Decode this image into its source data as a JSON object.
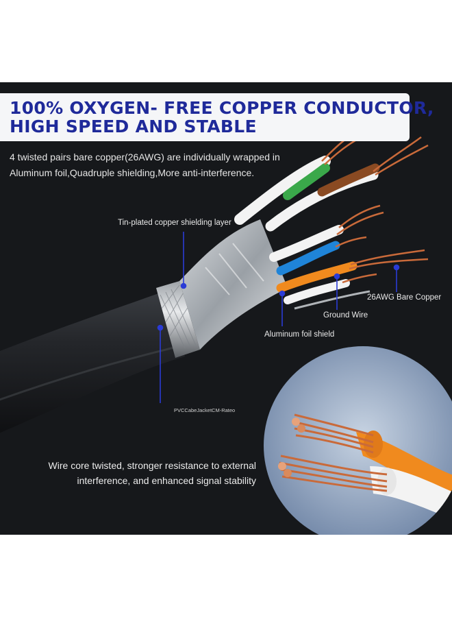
{
  "title": {
    "line1": "100% OXYGEN- FREE COPPER CONDUCTOR,",
    "line2": "HIGH SPEED AND STABLE"
  },
  "description": {
    "line1": "4 twisted pairs bare copper(26AWG) are individually wrapped in",
    "line2": "Aluminum foil,Quadruple shielding,More anti-interference."
  },
  "callouts": {
    "shielding_layer": "Tin-plated copper shielding layer",
    "bare_copper": "26AWG Bare Copper",
    "ground_wire": "Ground Wire",
    "aluminum_foil": "Aluminum foil shield",
    "jacket": "PVCCabeJacketCM-Rateo"
  },
  "bottom_text": {
    "line1": "Wire core twisted, stronger resistance to external",
    "line2": "interference, and enhanced signal stability"
  },
  "colors": {
    "title": "#1f2a9a",
    "callout_line": "#2a3bd6",
    "copper": "#c96a3a",
    "jacket": "#1e2023",
    "orange_wire": "#f08a1e",
    "blue_wire": "#1f84d8",
    "green_wire": "#3aa84a",
    "brown_wire": "#8a4a22"
  }
}
